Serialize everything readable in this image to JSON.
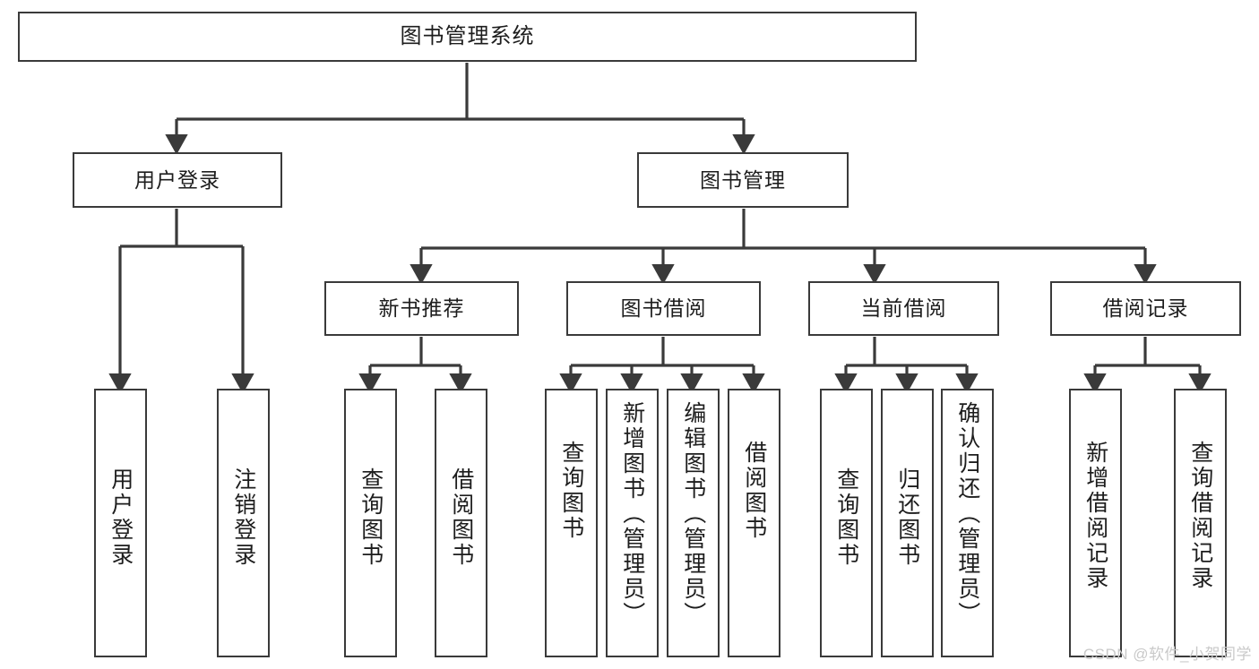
{
  "diagram": {
    "title": "图书管理系统",
    "type": "tree",
    "watermark": "CSDN @软件_小贺同学",
    "colors": {
      "box_border": "#3a3a3a",
      "box_fill": "#ffffff",
      "line": "#3a3a3a",
      "text": "#1d1d1d",
      "watermark": "#c9c9c9"
    },
    "root": {
      "label": "图书管理系统"
    },
    "level2": [
      {
        "label": "用户登录"
      },
      {
        "label": "图书管理"
      }
    ],
    "level3": [
      {
        "label": "新书推荐"
      },
      {
        "label": "图书借阅"
      },
      {
        "label": "当前借阅"
      },
      {
        "label": "借阅记录"
      }
    ],
    "leaves": {
      "user_login": [
        {
          "label": "用户登录"
        },
        {
          "label": "注销登录"
        }
      ],
      "new_book": [
        {
          "label": "查询图书"
        },
        {
          "label": "借阅图书"
        }
      ],
      "book_borrow": [
        {
          "label": "查询图书"
        },
        {
          "label": "新增图书（管理员）"
        },
        {
          "label": "编辑图书（管理员）"
        },
        {
          "label": "借阅图书"
        }
      ],
      "current_borrow": [
        {
          "label": "查询图书"
        },
        {
          "label": "归还图书"
        },
        {
          "label": "确认归还（管理员）"
        }
      ],
      "borrow_record": [
        {
          "label": "新增借阅记录"
        },
        {
          "label": "查询借阅记录"
        }
      ]
    }
  }
}
